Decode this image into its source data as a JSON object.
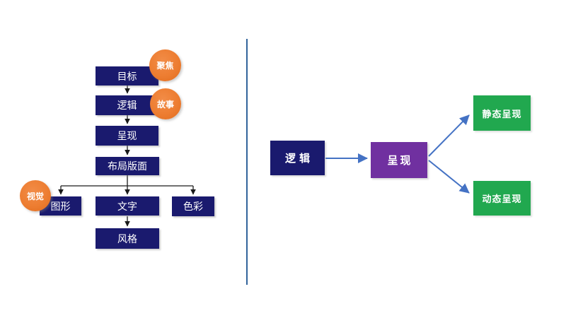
{
  "left_flowchart": {
    "nodes": {
      "goal": "目标",
      "logic": "逻辑",
      "present": "呈现",
      "layout": "布局版面",
      "graphic": "图形",
      "text": "文字",
      "color": "色彩",
      "style": "风格"
    },
    "badges": {
      "focus": "聚焦",
      "story": "故事",
      "visual": "视觉"
    }
  },
  "right_flowchart": {
    "nodes": {
      "logic": "逻辑",
      "present": "呈现",
      "static": "静态呈现",
      "dynamic": "动态呈现"
    }
  },
  "colors": {
    "navy": "#1A1A6E",
    "orange": "#ED7D31",
    "purple": "#7030A0",
    "green": "#21A84F",
    "connector_dark": "#1A1A1A",
    "connector_blue": "#4472C4",
    "divider_blue": "#31639B"
  }
}
